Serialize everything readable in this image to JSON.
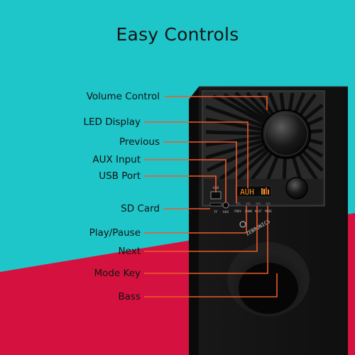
{
  "title": "Easy Controls",
  "brand": "ZEBRONICS",
  "led_display": "AUH",
  "panel_labels": {
    "usb": "USB",
    "tf": "TF",
    "aux": "AUX",
    "prev": "PREV",
    "down": "DOWN",
    "next": "NEXT",
    "mode": "MODE"
  },
  "callouts": [
    {
      "id": "volume-control",
      "label": "Volume Control"
    },
    {
      "id": "led-display",
      "label": "LED Display"
    },
    {
      "id": "previous",
      "label": "Previous"
    },
    {
      "id": "aux-input",
      "label": "AUX Input"
    },
    {
      "id": "usb-port",
      "label": "USB Port"
    },
    {
      "id": "sd-card",
      "label": "SD Card"
    },
    {
      "id": "play-pause",
      "label": "Play/Pause"
    },
    {
      "id": "next",
      "label": "Next"
    },
    {
      "id": "mode-key",
      "label": "Mode Key"
    },
    {
      "id": "bass",
      "label": "Bass"
    }
  ],
  "colors": {
    "teal": "#1ec6c9",
    "crimson": "#d5123f",
    "callout_line": "#ef5a2a",
    "led": "#f08a1e"
  }
}
